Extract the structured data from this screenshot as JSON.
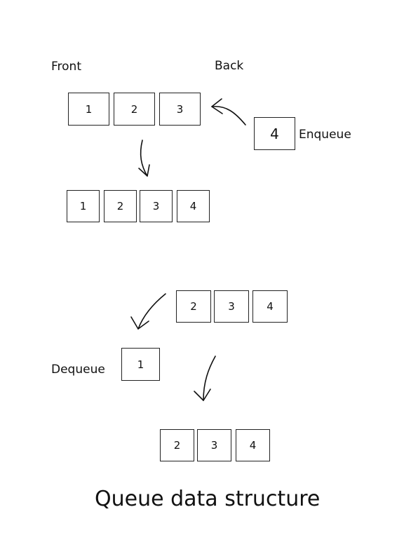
{
  "labels": {
    "front": "Front",
    "back": "Back",
    "enqueue": "Enqueue",
    "dequeue": "Dequeue"
  },
  "title": "Queue data structure",
  "enqueue_step": {
    "initial_queue": [
      "1",
      "2",
      "3"
    ],
    "incoming": "4",
    "result_queue": [
      "1",
      "2",
      "3",
      "4"
    ]
  },
  "dequeue_step": {
    "remaining_queue": [
      "2",
      "3",
      "4"
    ],
    "removed": "1",
    "result_queue": [
      "2",
      "3",
      "4"
    ]
  }
}
